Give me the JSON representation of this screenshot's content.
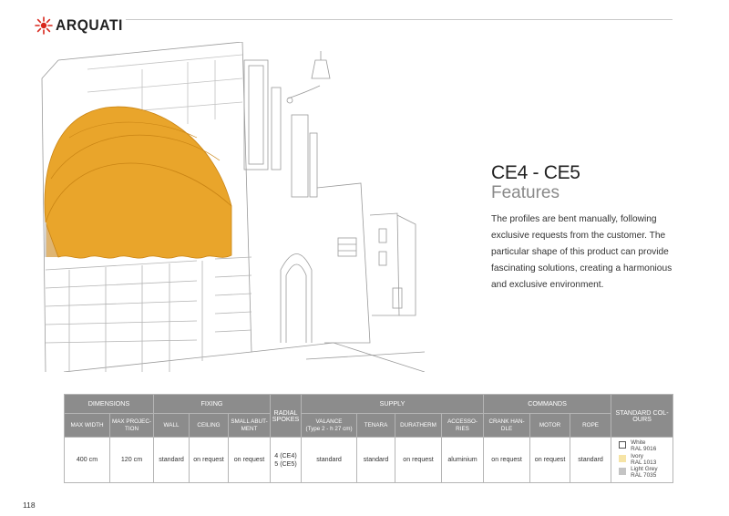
{
  "brand": {
    "name": "ARQUATI"
  },
  "product": {
    "title": "CE4 - CE5",
    "subtitle": "Features",
    "description": "The profiles are bent manually, following exclusive requests from the customer. The particular shape of this product can provide fascinating solutions, creating a harmonious and exclusive environment."
  },
  "colors": {
    "awning": "#e9a52b",
    "awning_shade": "#c98414",
    "header_bg": "#8c8c8c",
    "white": "#ffffff",
    "ivory": "#f6e4a6",
    "light_grey": "#c4c4c4"
  },
  "table": {
    "groups": {
      "dimensions": "DIMENSIONS",
      "fixing": "FIXING",
      "radial_spokes": "RADIAL SPOKES",
      "supply": "SUPPLY",
      "commands": "COMMANDS",
      "standard_colours": "STANDARD COL-OURS"
    },
    "headers": {
      "max_width": "MAX WIDTH",
      "max_projection": "MAX PROJEC-TION",
      "wall": "WALL",
      "ceiling": "CEILING",
      "small_abutment": "SMALL ABUT-MENT",
      "valance": "VALANCE",
      "valance_note": "(Type 2 - h 27 cm)",
      "tenara": "TENARA",
      "durathrem": "DURATHERM",
      "accessories": "ACCESSO-RIES",
      "crank_handle": "CRANK HAN-DLE",
      "motor": "MOTOR",
      "rope": "ROPE"
    },
    "row": {
      "max_width": "400 cm",
      "max_projection": "120 cm",
      "wall": "standard",
      "ceiling": "on request",
      "small_abutment": "on request",
      "radial_spokes_line1": "4 (CE4)",
      "radial_spokes_line2": "5 (CE5)",
      "valance": "standard",
      "tenara": "standard",
      "durathrem": "on request",
      "accessories": "aluminium",
      "crank_handle": "on request",
      "motor": "on request",
      "rope": "standard"
    },
    "swatches": [
      {
        "line1": "White",
        "line2": "RAL 9016",
        "color": "#ffffff"
      },
      {
        "line1": "Ivory",
        "line2": "RAL 1013",
        "color": "#f6e4a6"
      },
      {
        "line1": "Light Grey",
        "line2": "RAL 7035",
        "color": "#c4c4c4"
      }
    ]
  },
  "page_number": "118"
}
